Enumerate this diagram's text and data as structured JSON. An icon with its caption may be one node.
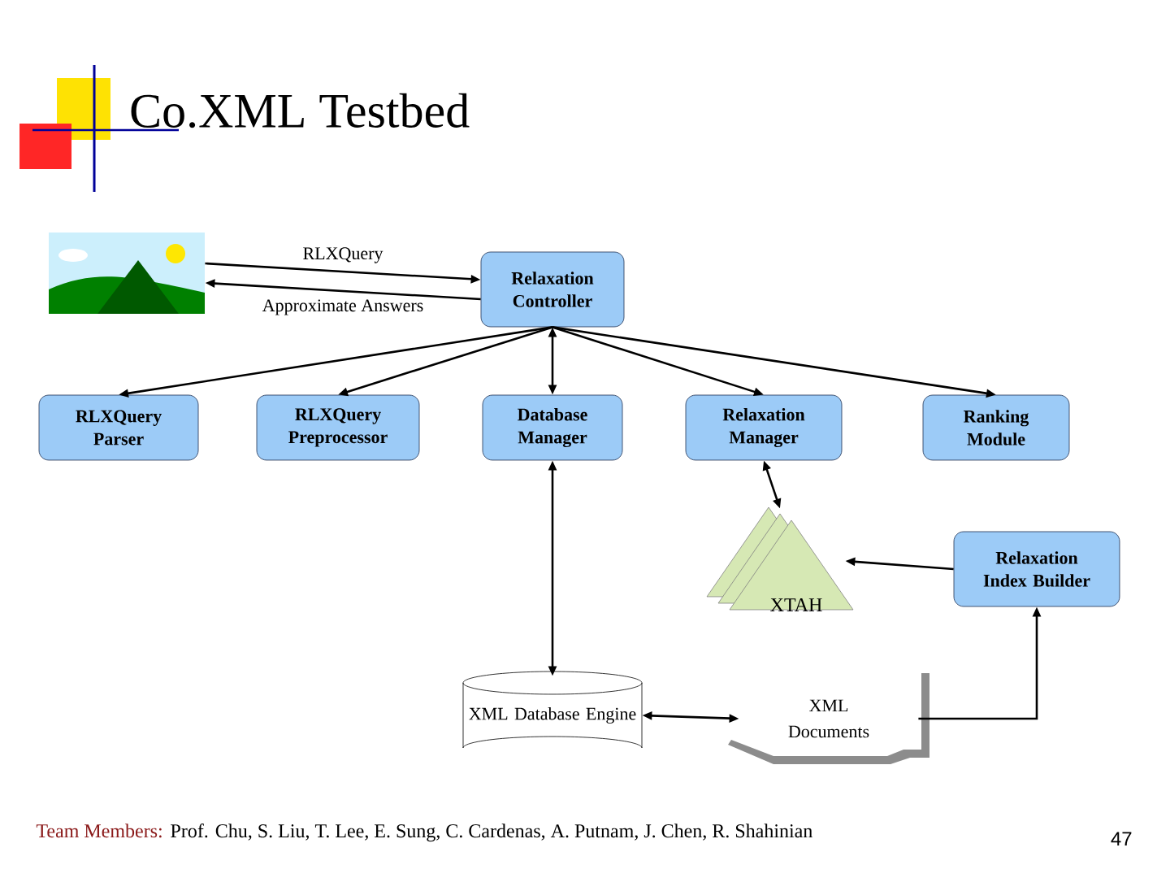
{
  "diagram": {
    "title": "Co.XML Testbed",
    "nodes": [
      {
        "text": [],
        "shape": "picture"
      },
      {
        "text": [
          "Relaxation Controller"
        ]
      },
      {
        "text": [
          "RLXQuery Parser"
        ]
      },
      {
        "text": [
          "RLXQuery Preprocessor"
        ]
      },
      {
        "text": [
          "Database Manager"
        ]
      },
      {
        "text": [
          "Relaxation Manager"
        ]
      },
      {
        "text": [
          "Ranking Module"
        ]
      },
      {
        "text": [
          "XTAH"
        ]
      },
      {
        "text": [
          "Relaxation Index Builder"
        ]
      },
      {
        "text": [
          "XML Database Engine"
        ]
      },
      {
        "text": [
          "XML Documents"
        ]
      }
    ],
    "edges": [
      {
        "from": 0,
        "to": 1,
        "arrow": "to",
        "label": "RLXQuery"
      },
      {
        "from": 1,
        "to": 0,
        "arrow": "to",
        "label": "Approximate Answers"
      },
      {
        "from": 1,
        "to": 2,
        "arrow": "to"
      },
      {
        "from": 1,
        "to": 3,
        "arrow": "to"
      },
      {
        "from": 1,
        "to": 4,
        "arrow": "both"
      },
      {
        "from": 1,
        "to": 5,
        "arrow": "to"
      },
      {
        "from": 1,
        "to": 6,
        "arrow": "to"
      },
      {
        "from": 4,
        "to": 9,
        "arrow": "both"
      },
      {
        "from": 5,
        "to": 7,
        "arrow": "both"
      },
      {
        "from": 8,
        "to": 7,
        "arrow": "to"
      },
      {
        "from": 10,
        "to": 8,
        "arrow": "to"
      },
      {
        "from": 9,
        "to": 10,
        "arrow": "both"
      }
    ],
    "labels": [
      "Team Members:",
      "Prof. Chu, S. Liu, T. Lee, E. Sung, C. Cardenas, A. Putnam, J. Chen, R. Shahinian",
      "47"
    ]
  }
}
